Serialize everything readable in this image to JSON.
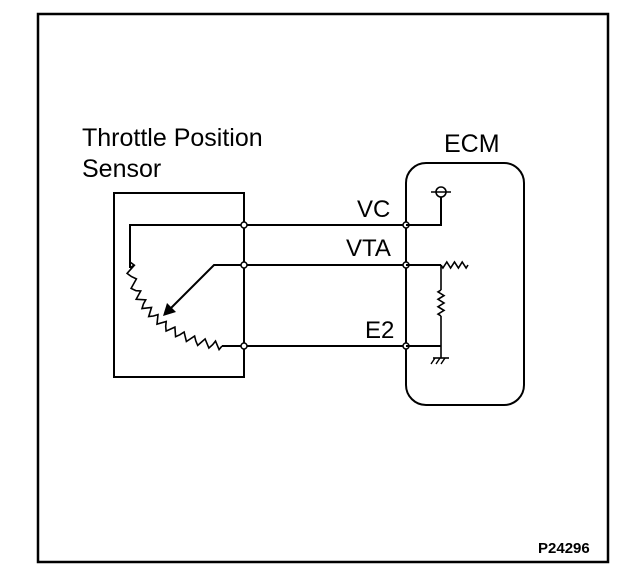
{
  "sensor": {
    "title_line1": "Throttle Position",
    "title_line2": "Sensor"
  },
  "ecm": {
    "title": "ECM"
  },
  "pins": {
    "vc": "VC",
    "vta": "VTA",
    "e2": "E2"
  },
  "figure_code": "P24296",
  "colors": {
    "line": "#000000",
    "background": "#ffffff"
  }
}
